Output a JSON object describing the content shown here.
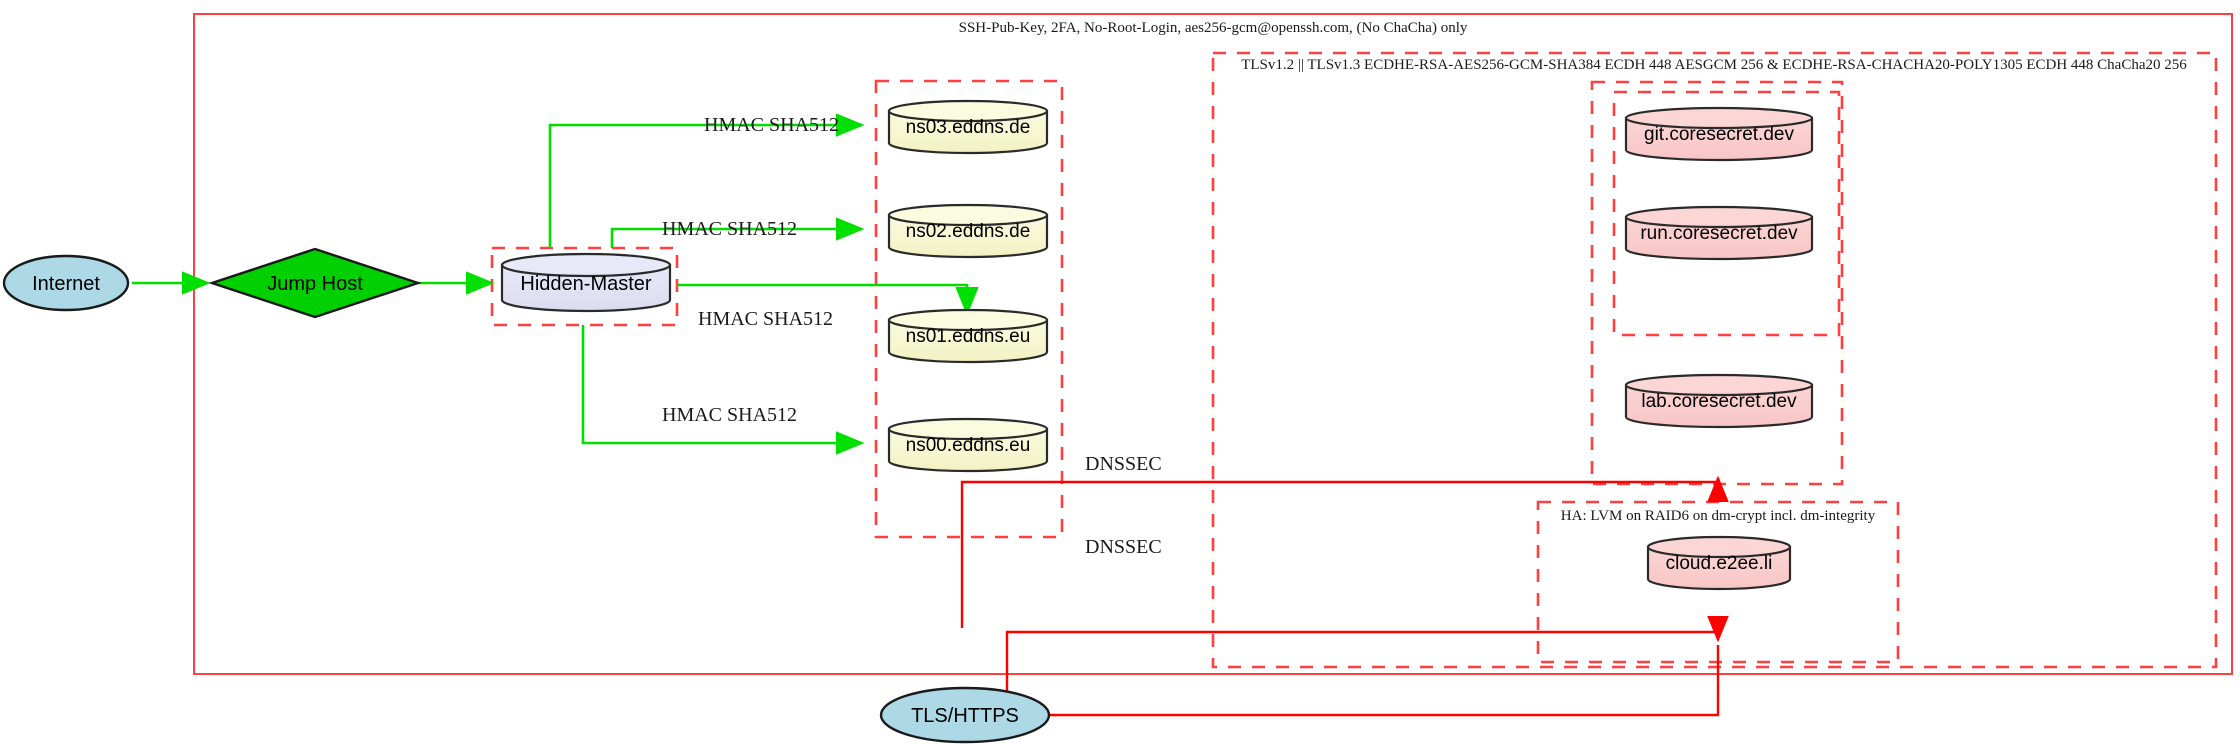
{
  "diagram": {
    "title_annotations": {
      "ssh_policy": "SSH-Pub-Key, 2FA, No-Root-Login, aes256-gcm@openssh.com, (No ChaCha) only",
      "tls_policy": "TLSv1.2 || TLSv1.3 ECDHE-RSA-AES256-GCM-SHA384 ECDH 448 AESGCM 256 & ECDHE-RSA-CHACHA20-POLY1305 ECDH 448 ChaCha20 256",
      "ha_policy": "HA: LVM on RAID6 on dm-crypt incl. dm-integrity"
    },
    "nodes": {
      "internet": "Internet",
      "jump_host": "Jump Host",
      "hidden_master": "Hidden-Master",
      "ns03": "ns03.eddns.de",
      "ns02": "ns02.eddns.de",
      "ns01": "ns01.eddns.eu",
      "ns00": "ns00.eddns.eu",
      "git": "git.coresecret.dev",
      "run": "run.coresecret.dev",
      "lab": "lab.coresecret.dev",
      "cloud": "cloud.e2ee.li",
      "tls_https": "TLS/HTTPS"
    },
    "edge_labels": {
      "hmac_ns03": "HMAC SHA512",
      "hmac_ns02": "HMAC SHA512",
      "hmac_ns01": "HMAC SHA512",
      "hmac_ns00": "HMAC SHA512",
      "dnssec_upper": "DNSSEC",
      "dnssec_lower": "DNSSEC"
    },
    "colors": {
      "cluster_border": "#ff4040",
      "edge_secure_ssh": "#00e000",
      "edge_tls": "#ff0000",
      "node_internet_fill": "#add8e6",
      "node_jump_fill": "#00d000",
      "node_master_fill": "#e3e3f5",
      "node_dns_fill": "#f7f7d0",
      "node_service_fill": "#fbcfcf"
    }
  }
}
